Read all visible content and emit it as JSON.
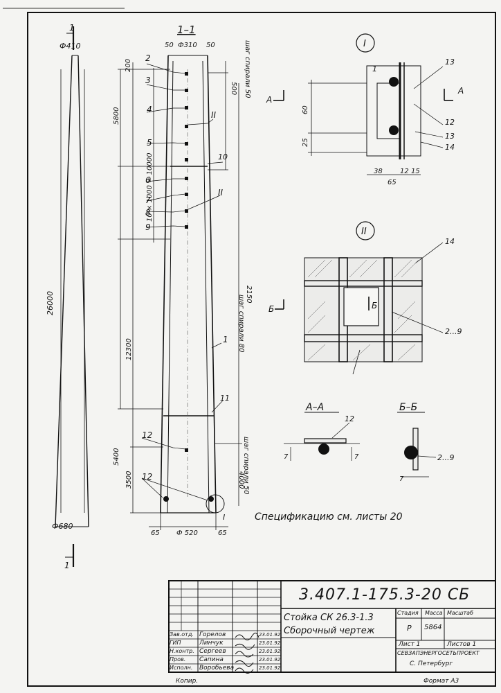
{
  "drawing": {
    "section_label": "1–1",
    "cut_mark": "1",
    "dims_top": [
      "50",
      "Ф310",
      "50"
    ],
    "dim_diameter_top": "Ф410",
    "dim_diameter_bottom": "Ф680",
    "dim_total_height": "26000",
    "dims_left": [
      "200",
      "5800",
      "10 × 1000 = 10000",
      "12300",
      "5400",
      "3500"
    ],
    "dims_right_inner": [
      "500",
      "50",
      "2150"
    ],
    "step_annotations": [
      "шаг спирали 50",
      "шаг спирали 80",
      "шаг спирали 50"
    ],
    "step_right_dims": [
      "4000",
      "80"
    ],
    "dims_bottom": [
      "65",
      "Ф 520",
      "65"
    ],
    "position_labels": [
      "2",
      "3",
      "4",
      "5",
      "6",
      "7",
      "8",
      "9",
      "10",
      "11",
      "12",
      "12",
      "1"
    ],
    "callouts": [
      "II",
      "II",
      "I"
    ],
    "detail_I": {
      "mark": "I",
      "dims": [
        "60",
        "25",
        "38",
        "12",
        "15",
        "65"
      ],
      "labels": [
        "13",
        "1",
        "12",
        "13",
        "14"
      ],
      "view_mark": "A"
    },
    "detail_II": {
      "mark": "II",
      "labels": [
        "14",
        "2...9"
      ],
      "view_mark": "Б"
    },
    "section_AA": {
      "title": "А–А",
      "label": "12",
      "dims": [
        "7",
        "7"
      ]
    },
    "section_BB": {
      "title": "Б–Б",
      "label": "2...9",
      "dims": [
        "7"
      ]
    },
    "spec_note": "Спецификацию см. листы 20"
  },
  "title_block": {
    "doc_code": "3.407.1-175.3-20 СБ",
    "product_title": "Стойка СК 26.3-1.3",
    "drawing_type": "Сборочный чертеж",
    "col_stage": "Стадия",
    "col_mass": "Масса",
    "col_scale": "Масштаб",
    "stage": "Р",
    "mass": "5864",
    "sheet": "Лист 1",
    "sheets": "Листов 1",
    "org": "СЕВЗАПЭНЕРГОСЕТЬПРОЕКТ",
    "city": "С. Петербург",
    "format": "Формат А3",
    "copied": "Копир.",
    "signers": [
      {
        "role": "Зав.отд.",
        "name": "Горелов",
        "date": "23.01.92"
      },
      {
        "role": "ГИП",
        "name": "Линчук",
        "date": "23.01.92"
      },
      {
        "role": "Н.контр.",
        "name": "Сергеев",
        "date": "23.01.92"
      },
      {
        "role": "Пров.",
        "name": "Сапина",
        "date": "23.01.92"
      },
      {
        "role": "Исполн.",
        "name": "Воробьева",
        "date": "23.01.92"
      }
    ]
  }
}
